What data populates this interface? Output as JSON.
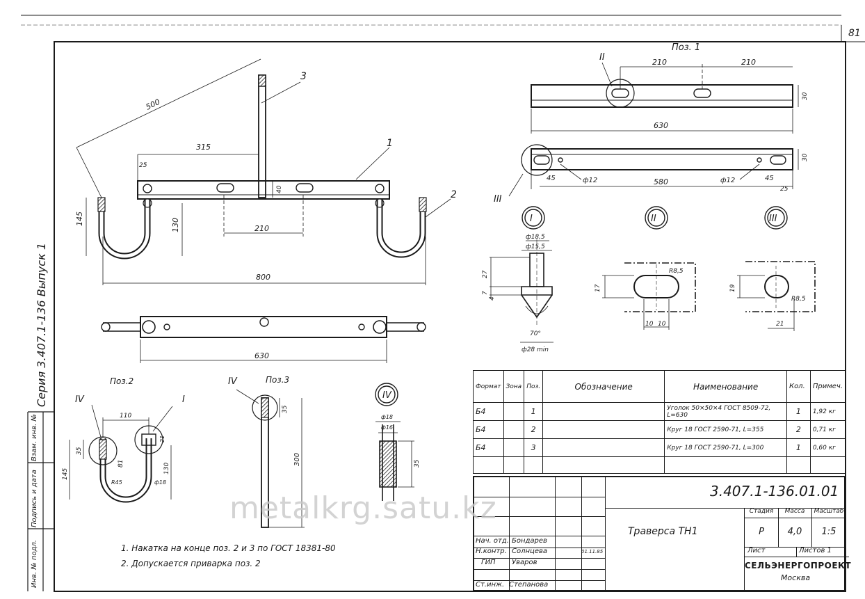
{
  "page_number": "81",
  "series_label": "Серия 3.407.1-136 Выпуск 1",
  "side_stamp": [
    "Инв. № подл.",
    "Подпись и дата",
    "Взам. инв. №"
  ],
  "titles": {
    "poz1": "Поз. 1",
    "poz2": "Поз.2",
    "poz3": "Поз.3"
  },
  "roman": {
    "I": "I",
    "II": "II",
    "III": "III",
    "IV": "IV"
  },
  "callouts": {
    "c1": "1",
    "c2": "2",
    "c3": "3"
  },
  "dims_main": {
    "d500": "500",
    "d315": "315",
    "d25": "25",
    "d40": "40",
    "d145": "145",
    "d130": "130",
    "d210": "210",
    "d800": "800",
    "d630": "630"
  },
  "dims_poz1": {
    "d210a": "210",
    "d210b": "210",
    "d30": "30",
    "d630": "630",
    "d30b": "30",
    "d45a": "45",
    "d12a": "ф12",
    "d580": "580",
    "d12b": "ф12",
    "d45b": "45",
    "d25": "25"
  },
  "dims_detail_I": {
    "d185": "ф18,5",
    "d155": "ф15,5",
    "d27": "27",
    "d7": "7",
    "d4": "4",
    "a70": "70°",
    "d28": "ф28 min"
  },
  "dims_detail_II": {
    "r85": "R8,5",
    "d17": "17",
    "d10a": "10",
    "d10b": "10"
  },
  "dims_detail_III": {
    "r85": "R8,5",
    "d19": "19",
    "d21": "21"
  },
  "dims_poz2": {
    "d110": "110",
    "d35": "35",
    "d81": "81",
    "d145": "145",
    "d130": "130",
    "r45": "R45",
    "d18": "ф18",
    "d21": "21"
  },
  "dims_poz3": {
    "d35": "35",
    "d300": "300"
  },
  "dims_detail_IV": {
    "d18": "ф18",
    "d16": "ф16",
    "d35": "35"
  },
  "notes": [
    "1. Накатка на конце поз. 2 и 3 по ГОСТ 18381-80",
    "2. Допускается приварка поз. 2"
  ],
  "spec_table": {
    "headers": [
      "Формат",
      "Зона",
      "Поз.",
      "Обозначение",
      "Наименование",
      "Кол.",
      "Примеч."
    ],
    "rows": [
      {
        "format": "Б4",
        "zone": "",
        "pos": "1",
        "designation": "",
        "name": "Уголок 50×50×4 ГОСТ 8509-72, L=630",
        "qty": "1",
        "note": "1,92 кг"
      },
      {
        "format": "Б4",
        "zone": "",
        "pos": "2",
        "designation": "",
        "name": "Круг 18 ГОСТ 2590-71, L=355",
        "qty": "2",
        "note": "0,71 кг"
      },
      {
        "format": "Б4",
        "zone": "",
        "pos": "3",
        "designation": "",
        "name": "Круг 18 ГОСТ 2590-71, L=300",
        "qty": "1",
        "note": "0,60 кг"
      }
    ]
  },
  "title_block": {
    "doc_number": "3.407.1-136.01.01",
    "title": "Траверса ТН1",
    "stage_label": "Стадия",
    "mass_label": "Масса",
    "scale_label": "Масштаб",
    "stage": "Р",
    "mass": "4,0",
    "scale": "1:5",
    "sheet_label": "Лист",
    "sheets_label": "Листов 1",
    "org": "СЕЛЬЭНЕРГОПРОЕКТ",
    "city": "Москва",
    "roles": [
      {
        "role": "Нач. отд.",
        "name": "Бондарев",
        "date": ""
      },
      {
        "role": "Н.контр.",
        "name": "Солнцева",
        "date": "01.11.85"
      },
      {
        "role": "ГИП",
        "name": "Уваров",
        "date": ""
      },
      {
        "role": "",
        "name": "",
        "date": ""
      },
      {
        "role": "Ст.инж.",
        "name": "Степанова",
        "date": ""
      }
    ]
  },
  "watermark": "metalkrg.satu.kz"
}
